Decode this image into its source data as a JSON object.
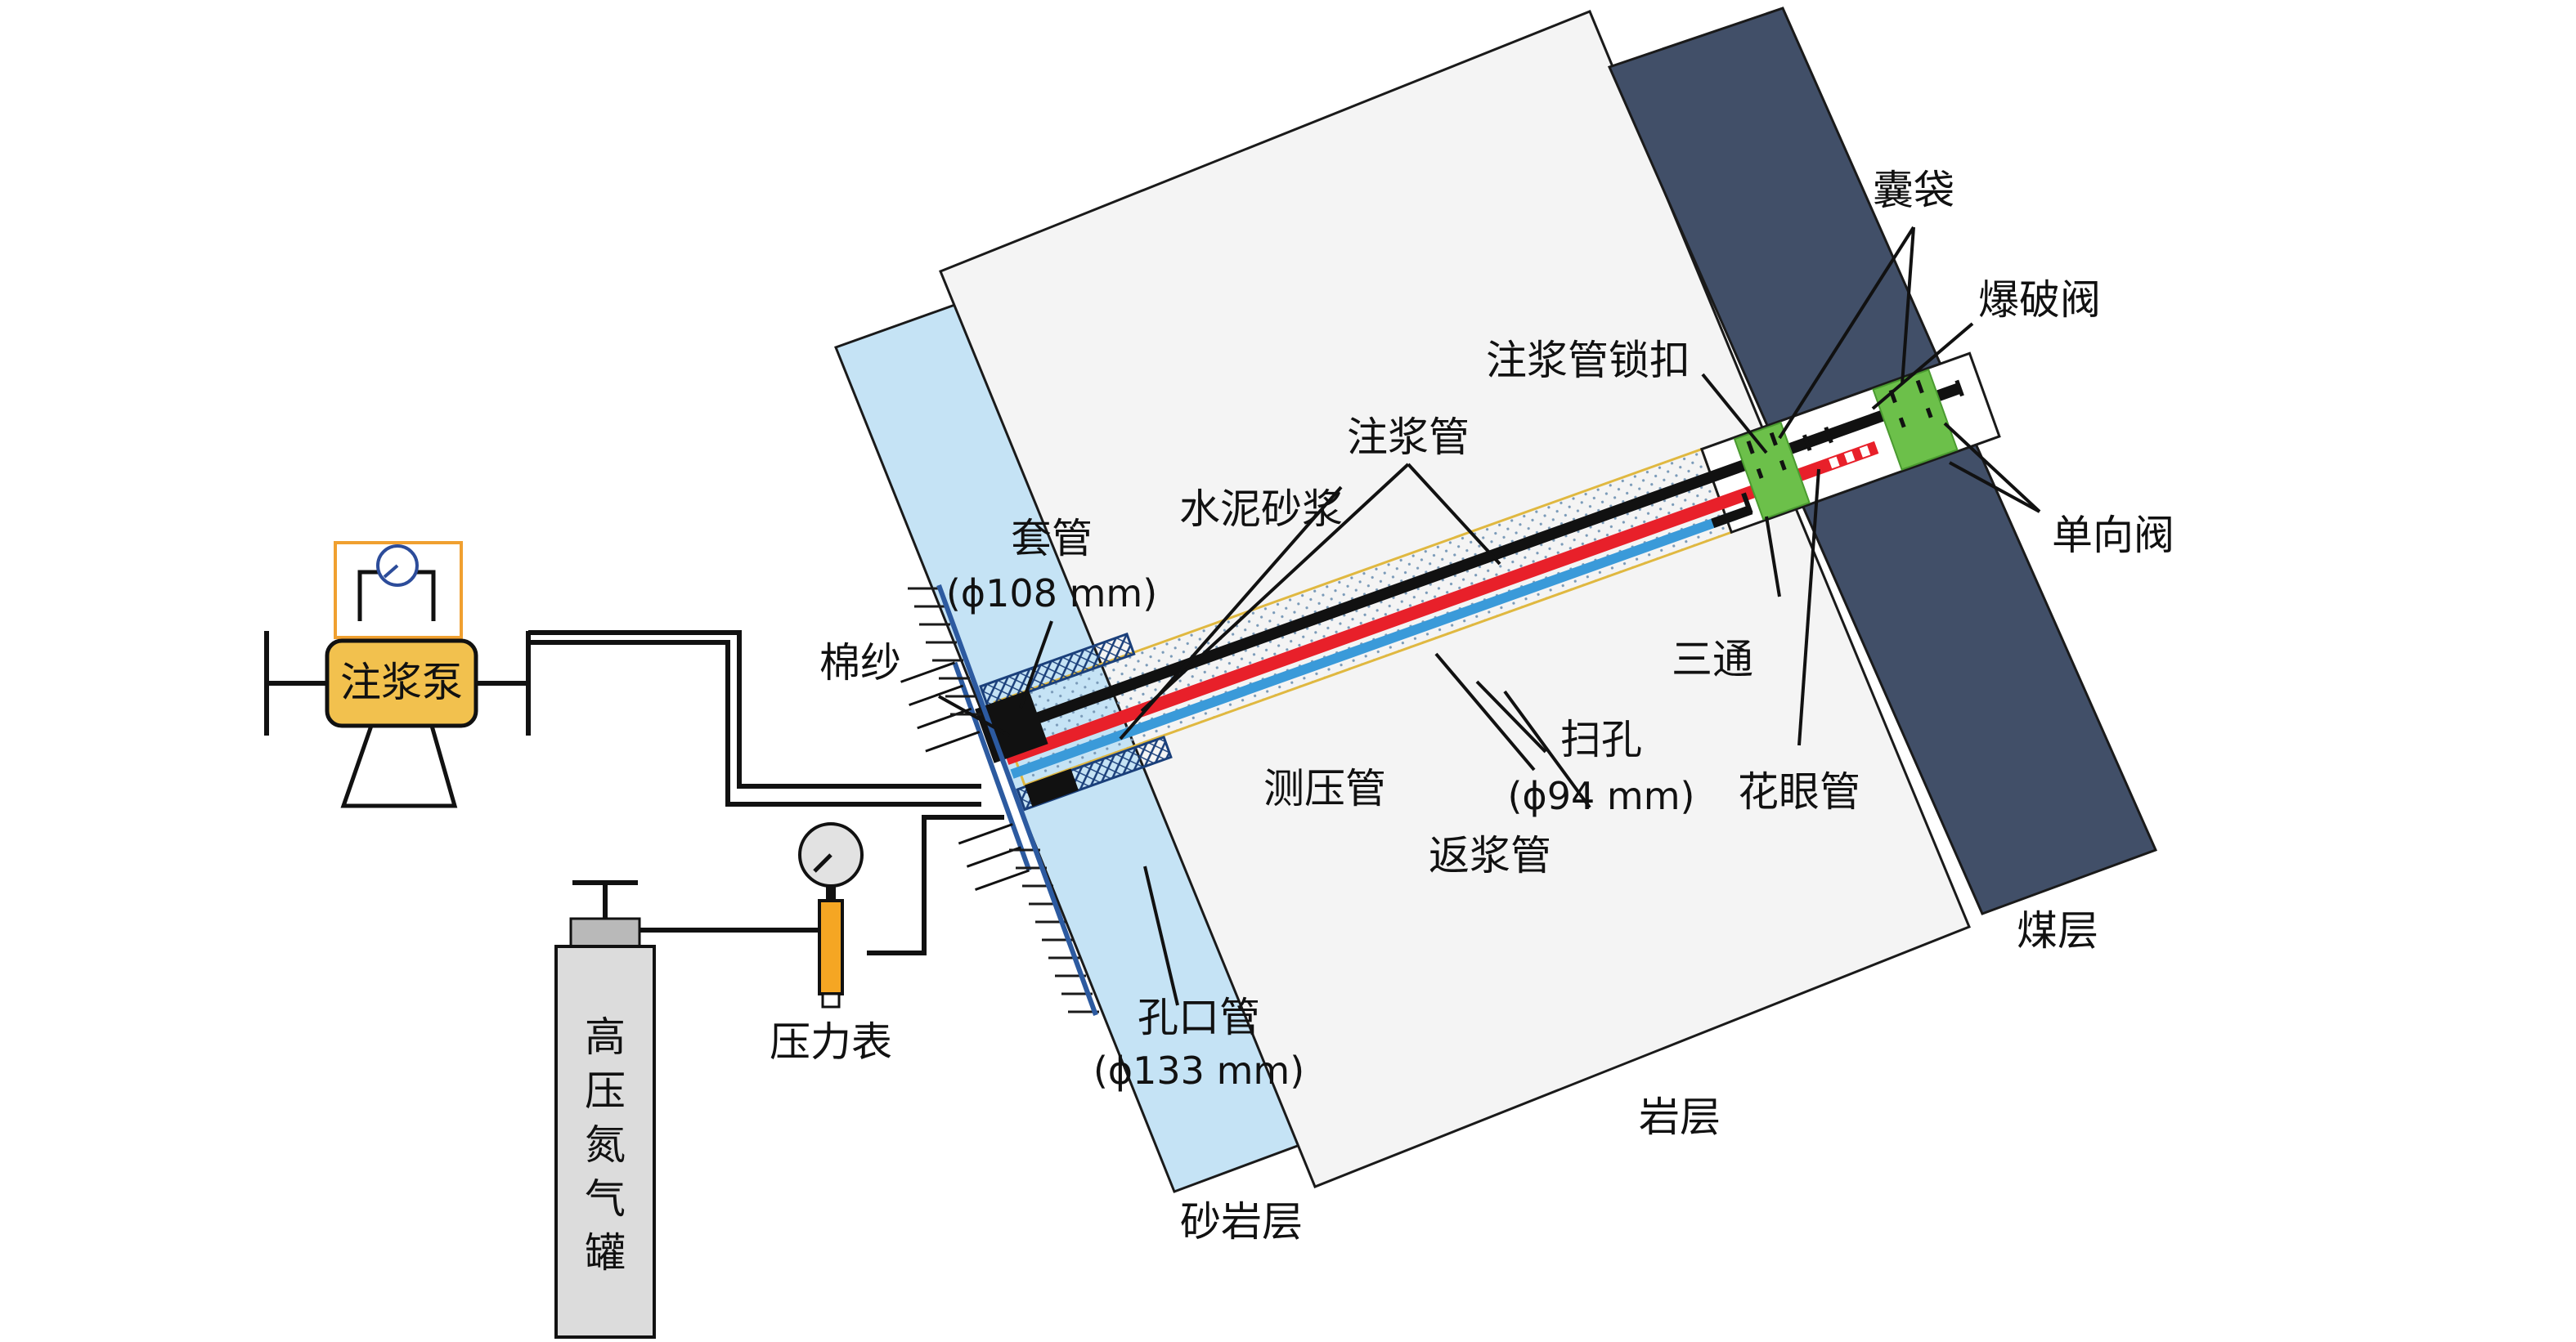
{
  "labels": {
    "pump": "注浆泵",
    "gas_tank": [
      "高",
      "压",
      "氮",
      "气",
      "罐"
    ],
    "pressure_gauge": "压力表",
    "cotton_yarn": "棉纱",
    "casing": "套管",
    "casing_dia": "(ϕ108 mm)",
    "cement_mortar": "水泥砂浆",
    "grout_pipe": "注浆管",
    "grout_pipe_lock": "注浆管锁扣",
    "bladder": "囊袋",
    "burst_valve": "爆破阀",
    "check_valve": "单向阀",
    "tee": "三通",
    "sweep_hole": "扫孔",
    "sweep_hole_dia": "(ϕ94 mm)",
    "perforated_pipe": "花眼管",
    "pressure_tube": "测压管",
    "return_pipe": "返浆管",
    "orifice_pipe": "孔口管",
    "orifice_pipe_dia": "(ϕ133 mm)",
    "sandstone": "砂岩层",
    "rock": "岩层",
    "coal": "煤层"
  },
  "colors": {
    "sandstone": "#c5e3f5",
    "rock": "#f4f4f4",
    "coal": "#414f68",
    "pump_fill": "#f2c14e",
    "pump_border": "#f0a030",
    "green_parts": "#6cc04a",
    "red_pipe": "#e8202a",
    "blue_pipe": "#3a9ad9",
    "black_pipe": "#111111",
    "mortar_border": "#e0b840",
    "tank_fill": "#dcdcdc",
    "gauge_body": "#f5a623"
  }
}
